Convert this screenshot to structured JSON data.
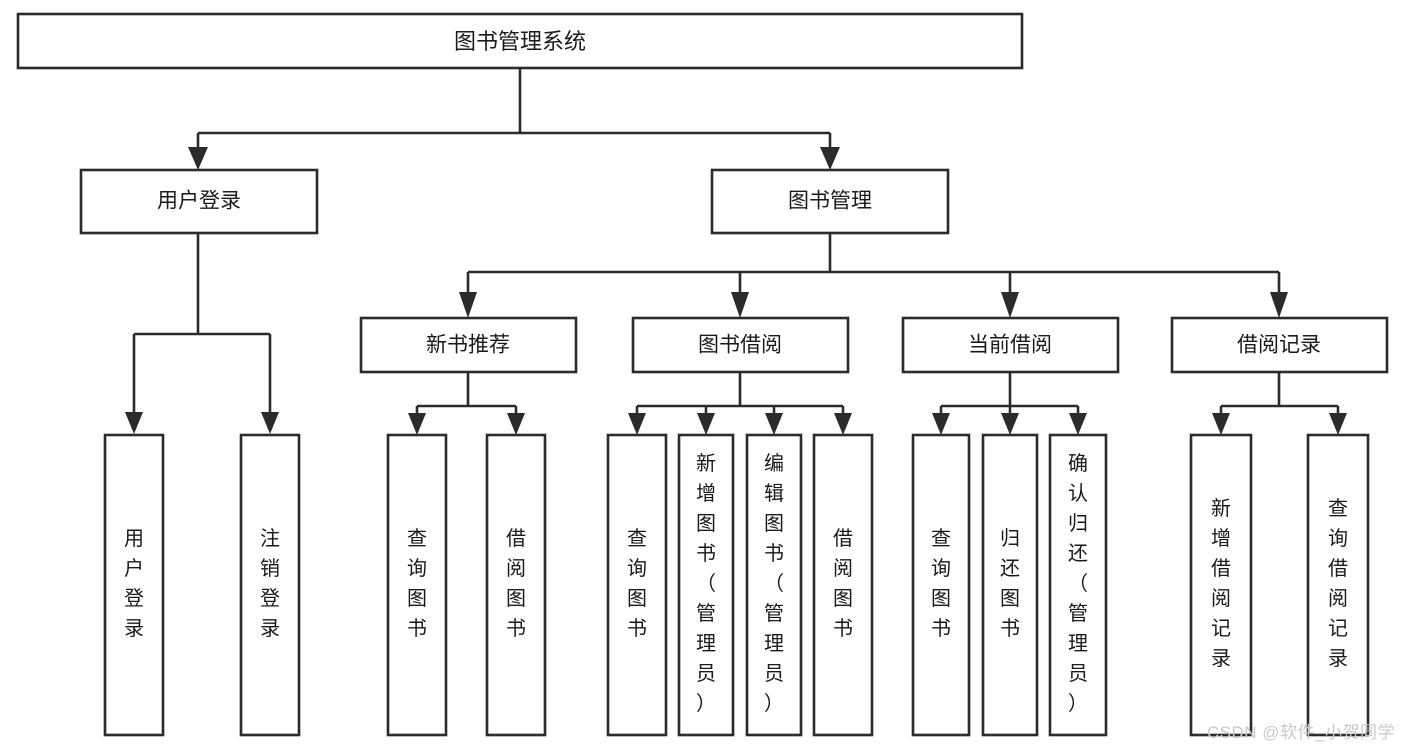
{
  "diagram": {
    "type": "tree",
    "title_node": {
      "label": "图书管理系统"
    },
    "level2": [
      {
        "label": "用户登录"
      },
      {
        "label": "图书管理"
      }
    ],
    "level3": [
      {
        "label": "新书推荐"
      },
      {
        "label": "图书借阅"
      },
      {
        "label": "当前借阅"
      },
      {
        "label": "借阅记录"
      }
    ],
    "leaves": {
      "user_login": [
        {
          "label": "用户登录"
        },
        {
          "label": "注销登录"
        }
      ],
      "new_book_recommend": [
        {
          "label": "查询图书"
        },
        {
          "label": "借阅图书"
        }
      ],
      "book_borrow": [
        {
          "label": "查询图书"
        },
        {
          "label": "新增图书（管理员）"
        },
        {
          "label": "编辑图书（管理员）"
        },
        {
          "label": "借阅图书"
        }
      ],
      "current_borrow": [
        {
          "label": "查询图书"
        },
        {
          "label": "归还图书"
        },
        {
          "label": "确认归还（管理员）"
        }
      ],
      "borrow_record": [
        {
          "label": "新增借阅记录"
        },
        {
          "label": "查询借阅记录"
        }
      ]
    }
  },
  "watermark": {
    "text": "CSDN @软件_小贺同学"
  },
  "colors": {
    "stroke": "#2b2b2b",
    "fill": "#ffffff",
    "text": "#1a1a1a",
    "watermark": "#c9c9c9"
  }
}
